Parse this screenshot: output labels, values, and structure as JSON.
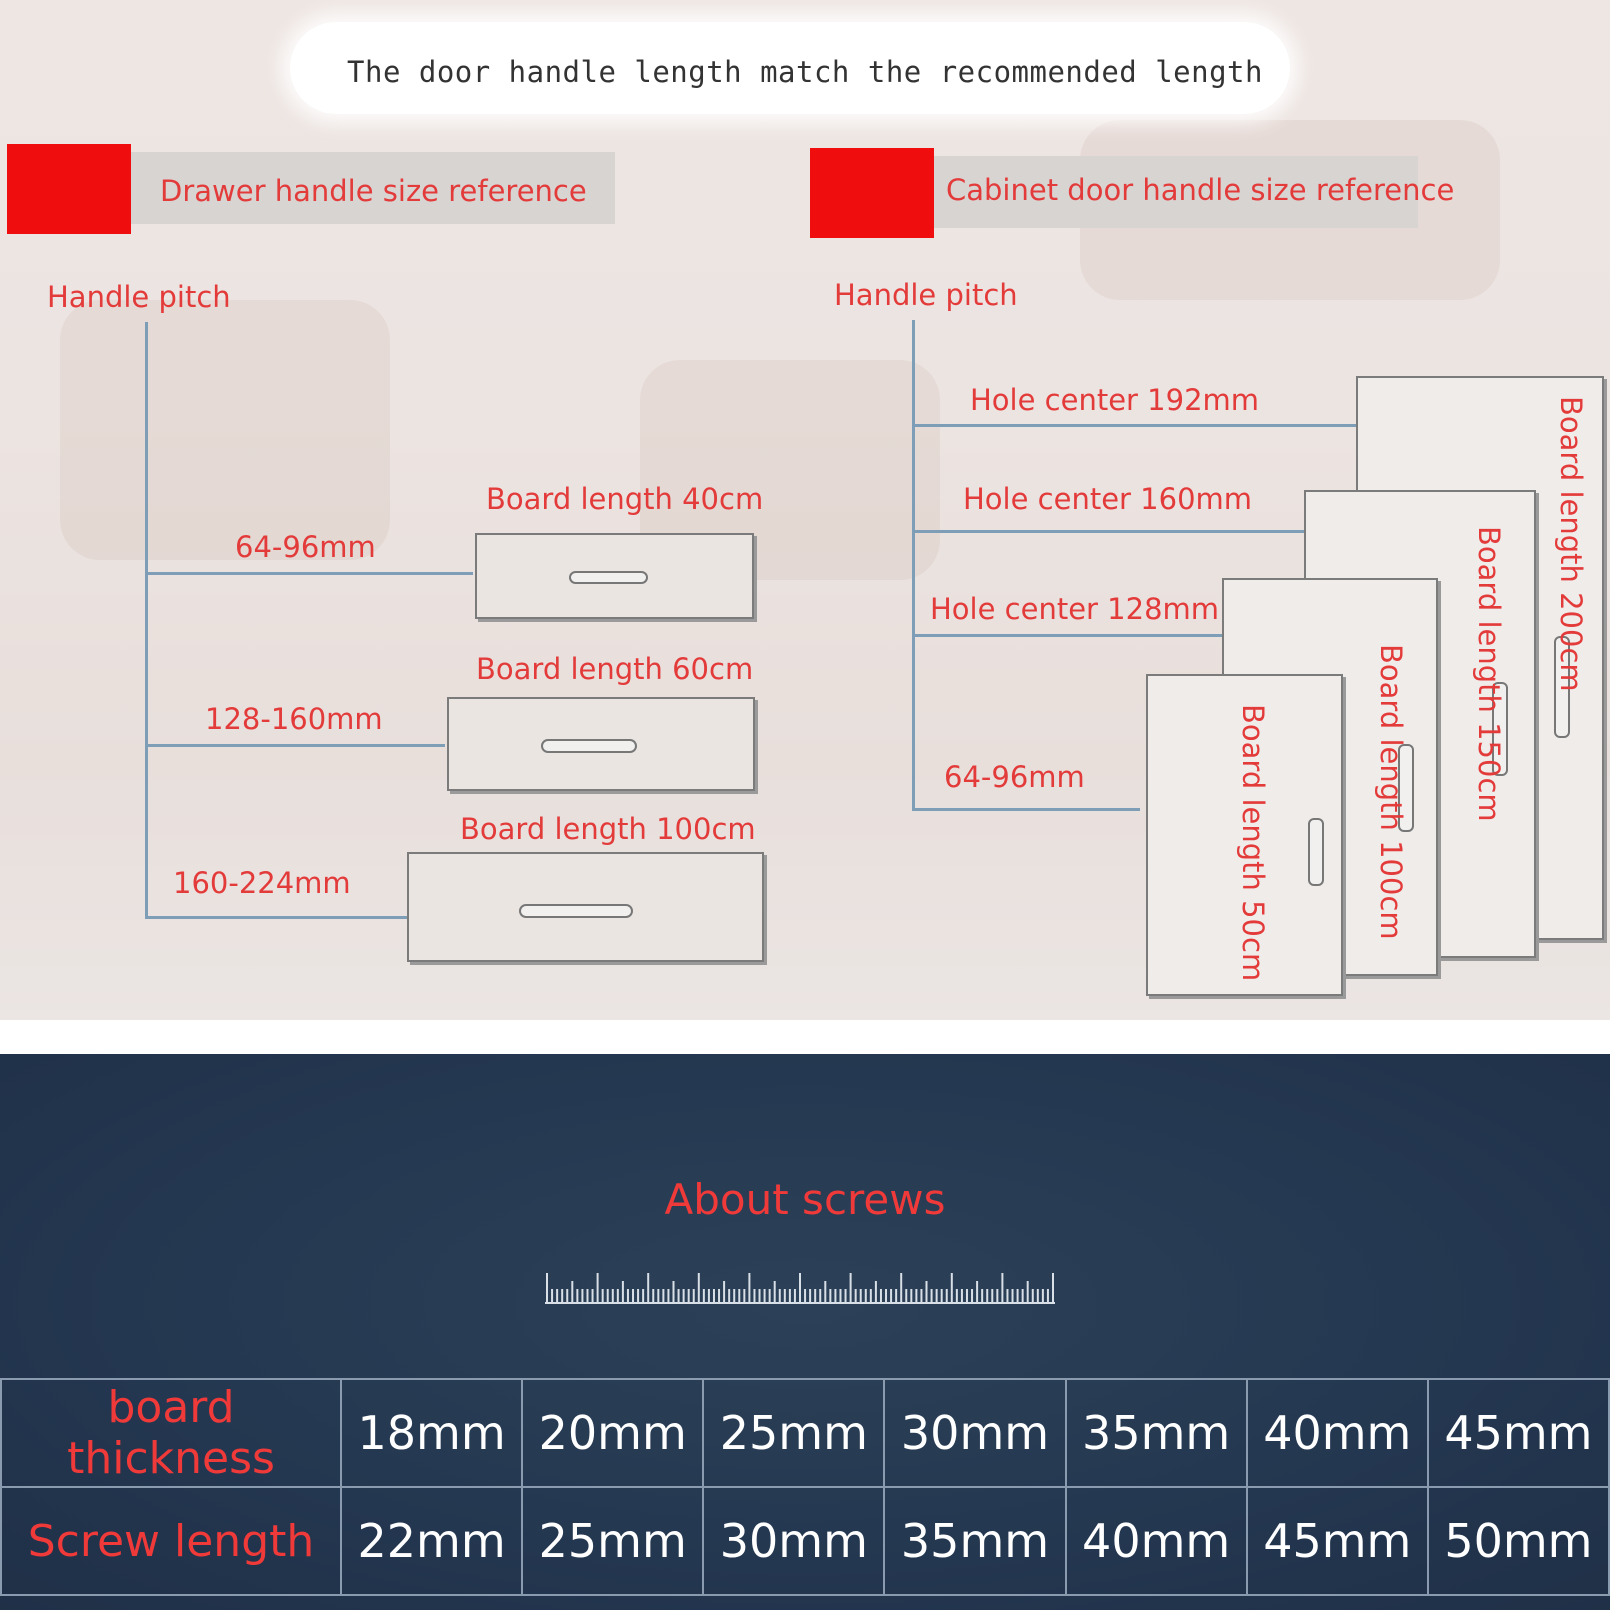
{
  "headline": "The door handle length match the recommended length",
  "drawer_section": {
    "title": "Drawer handle size reference",
    "pitch_label": "Handle pitch",
    "rows": [
      {
        "pitch": "64-96mm",
        "board": "Board length 40cm"
      },
      {
        "pitch": "128-160mm",
        "board": "Board length 60cm"
      },
      {
        "pitch": "160-224mm",
        "board": "Board length 100cm"
      }
    ]
  },
  "door_section": {
    "title": "Cabinet door handle size reference",
    "pitch_label": "Handle pitch",
    "holes": [
      "Hole center 192mm",
      "Hole center 160mm",
      "Hole center 128mm",
      "64-96mm"
    ],
    "boards": [
      "Board length 200cm",
      "Board length 150cm",
      "Board length 100cm",
      "Board length 50cm"
    ]
  },
  "screws": {
    "title": "About screws",
    "rows": [
      {
        "label": "board thickness",
        "values": [
          "18mm",
          "20mm",
          "25mm",
          "30mm",
          "35mm",
          "40mm",
          "45mm"
        ]
      },
      {
        "label": "Screw length",
        "values": [
          "22mm",
          "25mm",
          "30mm",
          "35mm",
          "40mm",
          "45mm",
          "50mm"
        ]
      }
    ]
  },
  "colors": {
    "accent_red": "#ef0d0d",
    "label_red": "#e33a3a",
    "navy": "#243750"
  }
}
